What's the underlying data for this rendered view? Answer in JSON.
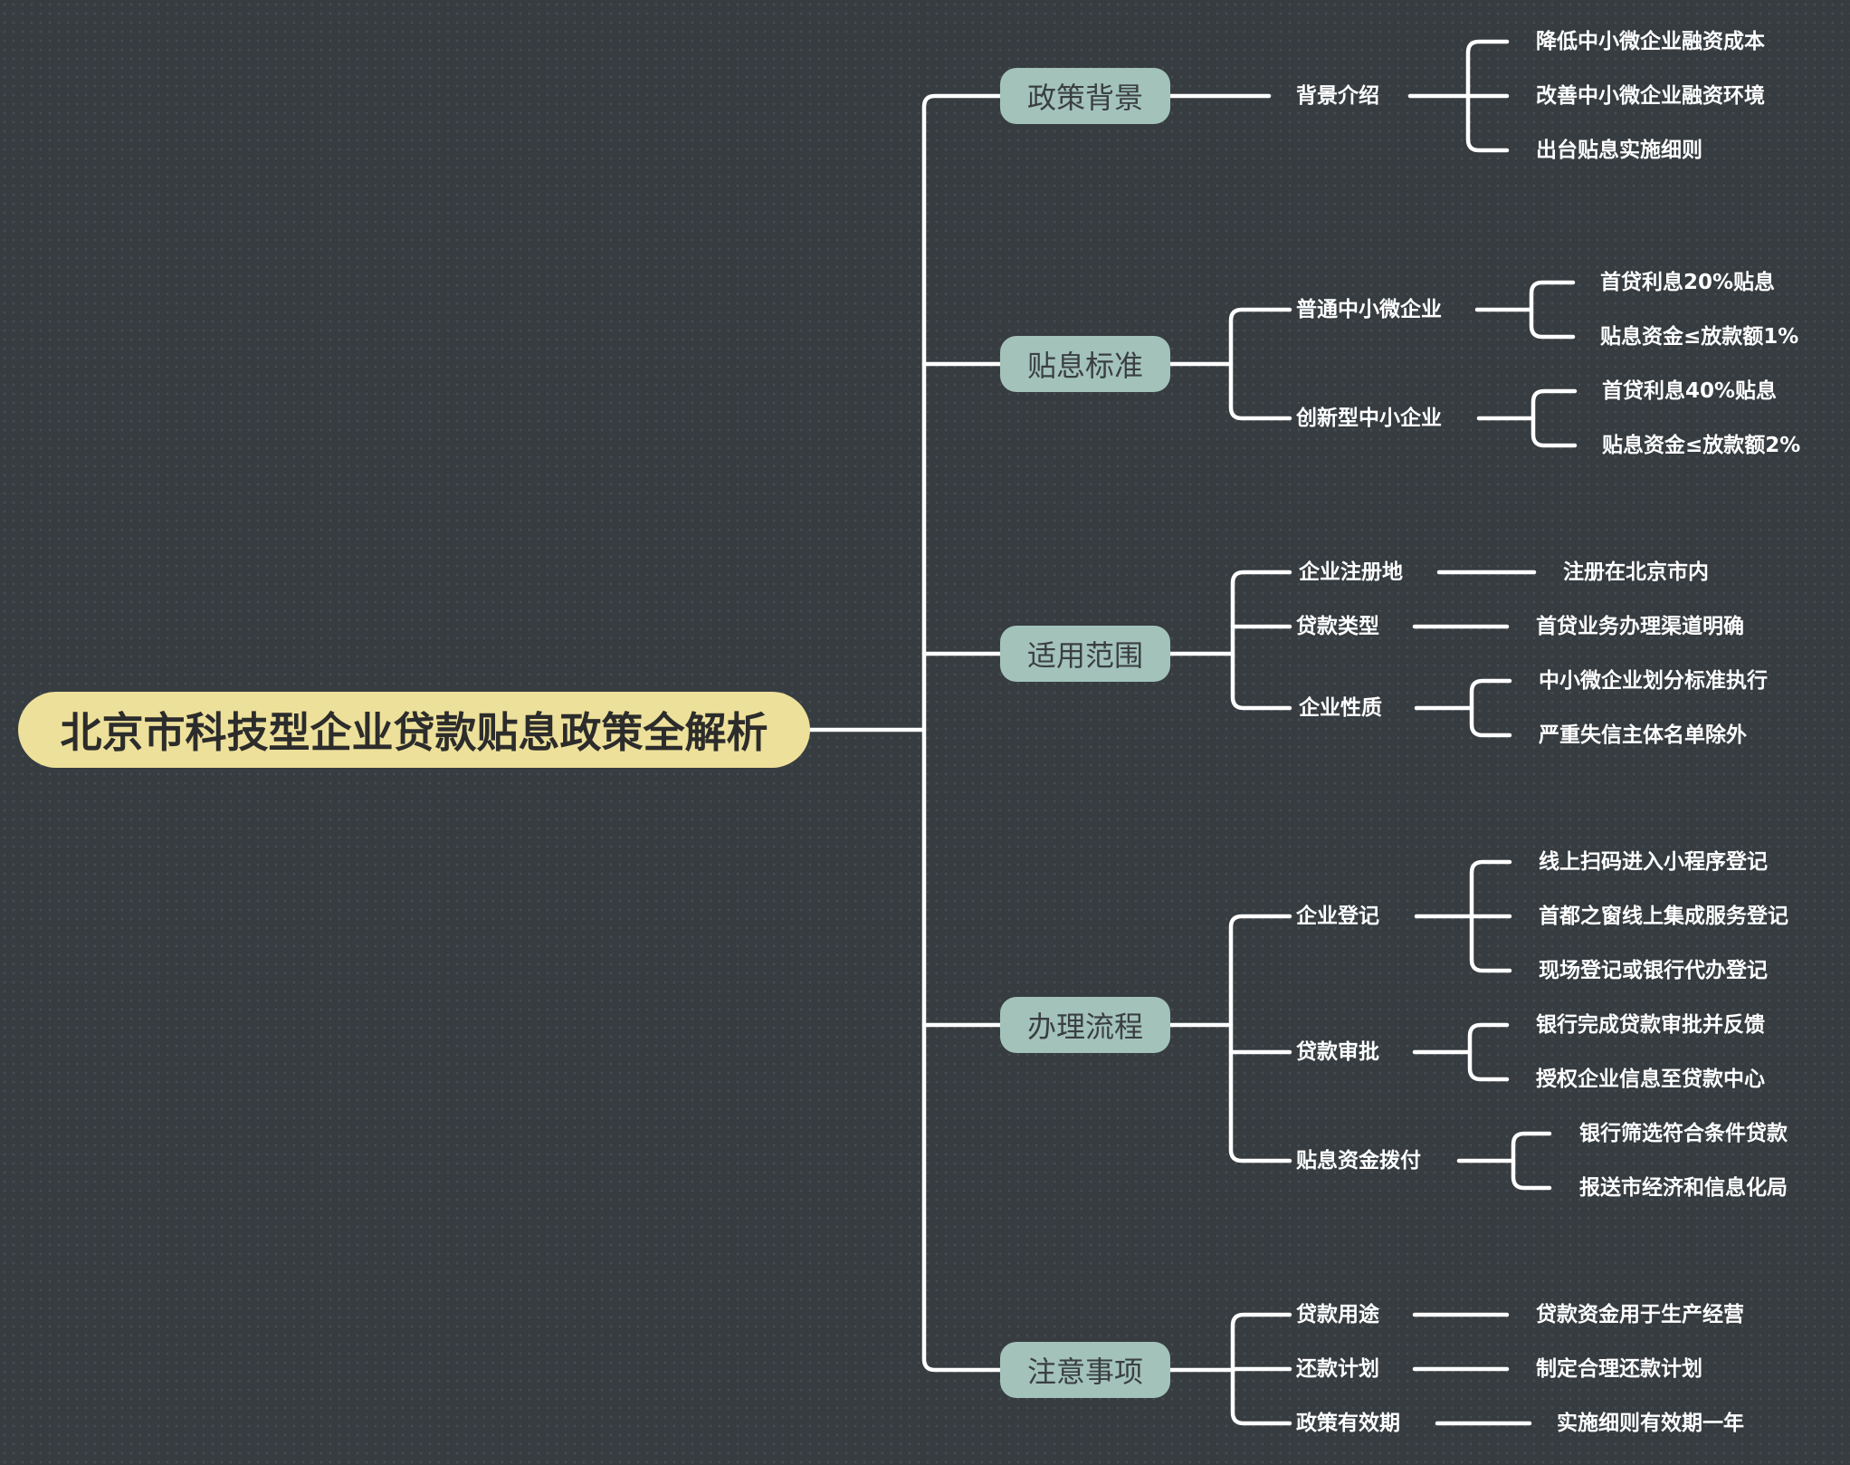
{
  "root": "北京市科技型企业贷款贴息政策全解析",
  "branches": [
    {
      "label": "政策背景",
      "children": [
        {
          "label": "背景介绍",
          "leaves": [
            "降低中小微企业融资成本",
            "改善中小微企业融资环境",
            "出台贴息实施细则"
          ]
        }
      ]
    },
    {
      "label": "贴息标准",
      "children": [
        {
          "label": "普通中小微企业",
          "leaves": [
            "首贷利息20%贴息",
            "贴息资金≤放款额1%"
          ]
        },
        {
          "label": "创新型中小企业",
          "leaves": [
            "首贷利息40%贴息",
            "贴息资金≤放款额2%"
          ]
        }
      ]
    },
    {
      "label": "适用范围",
      "children": [
        {
          "label": "企业注册地",
          "leaves": [
            "注册在北京市内"
          ]
        },
        {
          "label": "贷款类型",
          "leaves": [
            "首贷业务办理渠道明确"
          ]
        },
        {
          "label": "企业性质",
          "leaves": [
            "中小微企业划分标准执行",
            "严重失信主体名单除外"
          ]
        }
      ]
    },
    {
      "label": "办理流程",
      "children": [
        {
          "label": "企业登记",
          "leaves": [
            "线上扫码进入小程序登记",
            "首都之窗线上集成服务登记",
            "现场登记或银行代办登记"
          ]
        },
        {
          "label": "贷款审批",
          "leaves": [
            "银行完成贷款审批并反馈",
            "授权企业信息至贷款中心"
          ]
        },
        {
          "label": "贴息资金拨付",
          "leaves": [
            "银行筛选符合条件贷款",
            "报送市经济和信息化局"
          ]
        }
      ]
    },
    {
      "label": "注意事项",
      "children": [
        {
          "label": "贷款用途",
          "leaves": [
            "贷款资金用于生产经营"
          ]
        },
        {
          "label": "还款计划",
          "leaves": [
            "制定合理还款计划"
          ]
        },
        {
          "label": "政策有效期",
          "leaves": [
            "实施细则有效期一年"
          ]
        }
      ]
    }
  ]
}
